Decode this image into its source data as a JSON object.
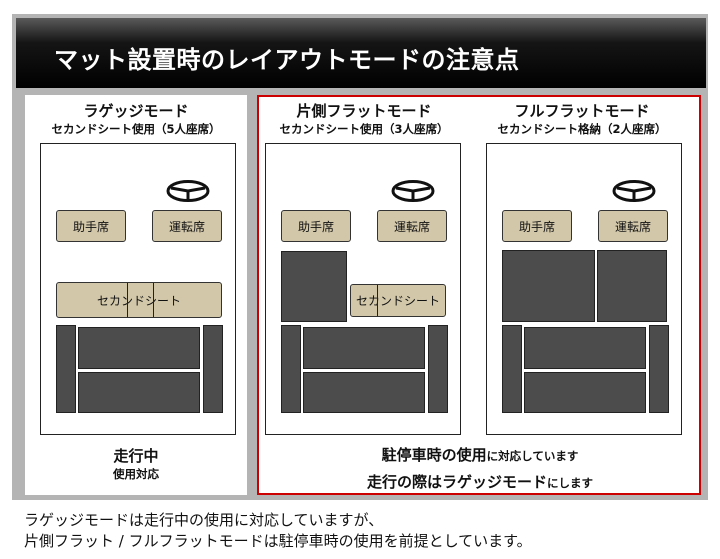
{
  "header": {
    "title": "マット設置時のレイアウトモードの注意点"
  },
  "modes": [
    {
      "title": "ラゲッジモード",
      "subtitle": "セカンドシート使用（5人座席）"
    },
    {
      "title": "片側フラットモード",
      "subtitle": "セカンドシート使用（3人座席）"
    },
    {
      "title": "フルフラットモード",
      "subtitle": "セカンドシート格納（2人座席）"
    }
  ],
  "seats": {
    "passenger": "助手席",
    "driver": "運転席",
    "second": "セカンドシート"
  },
  "icons": {
    "steering": "steering-wheel-icon"
  },
  "luggage_note": {
    "line1": "走行中",
    "line2": "使用対応"
  },
  "flat_note": {
    "line1_bold": "駐停車時の使用",
    "line1_rest": "に対応しています",
    "line2_bold": "走行の際はラゲッジモード",
    "line2_rest": "にします"
  },
  "caption": {
    "line1": "ラゲッジモードは走行中の使用に対応していますが、",
    "line2": "片側フラット / フルフラットモードは駐停車時の使用を前提としています。"
  },
  "colors": {
    "seat": "#d2c7a9",
    "mat": "#4d4c4c",
    "highlight_border": "#cc0000"
  }
}
